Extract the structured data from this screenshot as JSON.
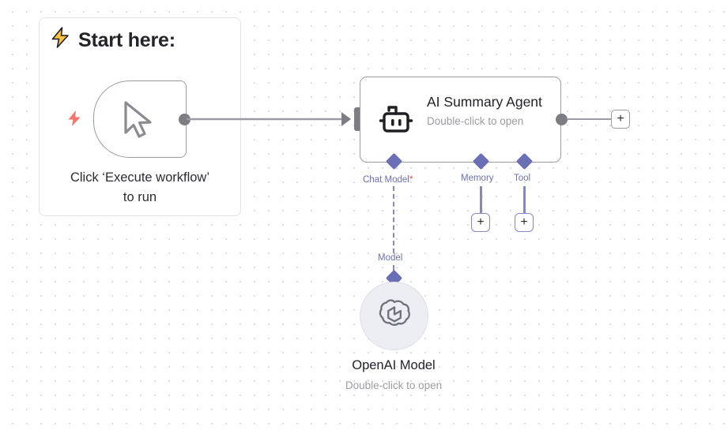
{
  "canvas": {
    "background_color": "#ffffff",
    "grid_dot_color": "#d9d9de"
  },
  "sticky_note": {
    "title": "Start here:",
    "icon": "lightning-bolt-icon"
  },
  "trigger_node": {
    "icon": "cursor-pointer-icon",
    "badge_icon": "lightning-bolt-icon",
    "caption_line1": "Click ‘Execute workflow’",
    "caption_line2": "to run",
    "caption": "Click ‘Execute workflow’ to run"
  },
  "agent_node": {
    "icon": "robot-icon",
    "title": "AI Summary Agent",
    "subtitle": "Double-click to open",
    "input_port_icon": "arrow-input-icon",
    "add_button_label": "+",
    "ports": [
      {
        "name": "chat-model",
        "label": "Chat Model",
        "required_marker": "*",
        "connected": true,
        "line_style": "dashed"
      },
      {
        "name": "memory",
        "label": "Memory",
        "required_marker": "",
        "connected": false,
        "line_style": "solid",
        "add_label": "+"
      },
      {
        "name": "tool",
        "label": "Tool",
        "required_marker": "",
        "connected": false,
        "line_style": "solid",
        "add_label": "+"
      }
    ]
  },
  "openai_node": {
    "icon": "openai-logo-icon",
    "port_label": "Model",
    "title": "OpenAI Model",
    "subtitle": "Double-click to open"
  },
  "colors": {
    "accent_purple": "#6b6fb5",
    "sub_connector": "#8588c4",
    "required_red": "#e8513a",
    "node_border": "#9b9ba1",
    "muted_text": "#9c9ca3",
    "bolt_yellow": "#fcc43e",
    "bolt_coral": "#fa7268"
  }
}
